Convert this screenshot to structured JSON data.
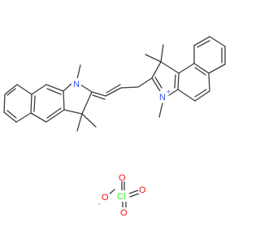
{
  "molecule": {
    "atoms": {
      "n_left": "N",
      "n_right": "N",
      "n_plus": "+",
      "chlorine": "Cl",
      "oxygen_top_left": "O",
      "oxygen_top_right": "O",
      "oxygen_right": "O",
      "oxygen_left": "O",
      "oxygen_minus": "-"
    },
    "colors": {
      "bond": "#3c3c3c",
      "nitrogen": "#3050f8",
      "oxygen": "#ff0d0d",
      "chlorine": "#1ff01f"
    }
  }
}
